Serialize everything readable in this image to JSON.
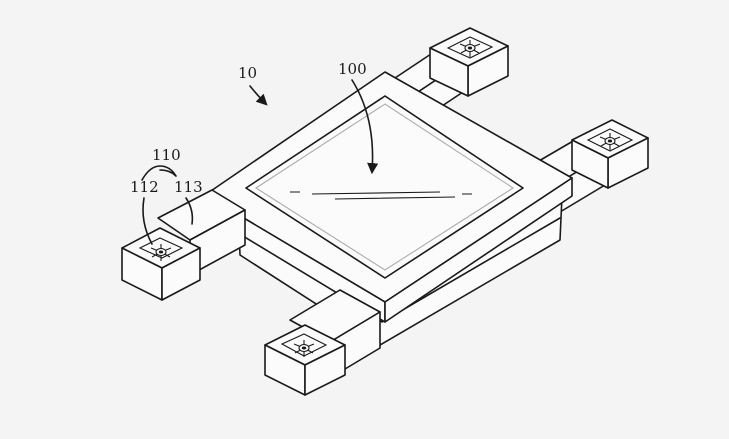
{
  "figure": {
    "labels": {
      "device": "10",
      "panel": "100",
      "module": "110",
      "part_a": "112",
      "part_b": "113"
    }
  }
}
